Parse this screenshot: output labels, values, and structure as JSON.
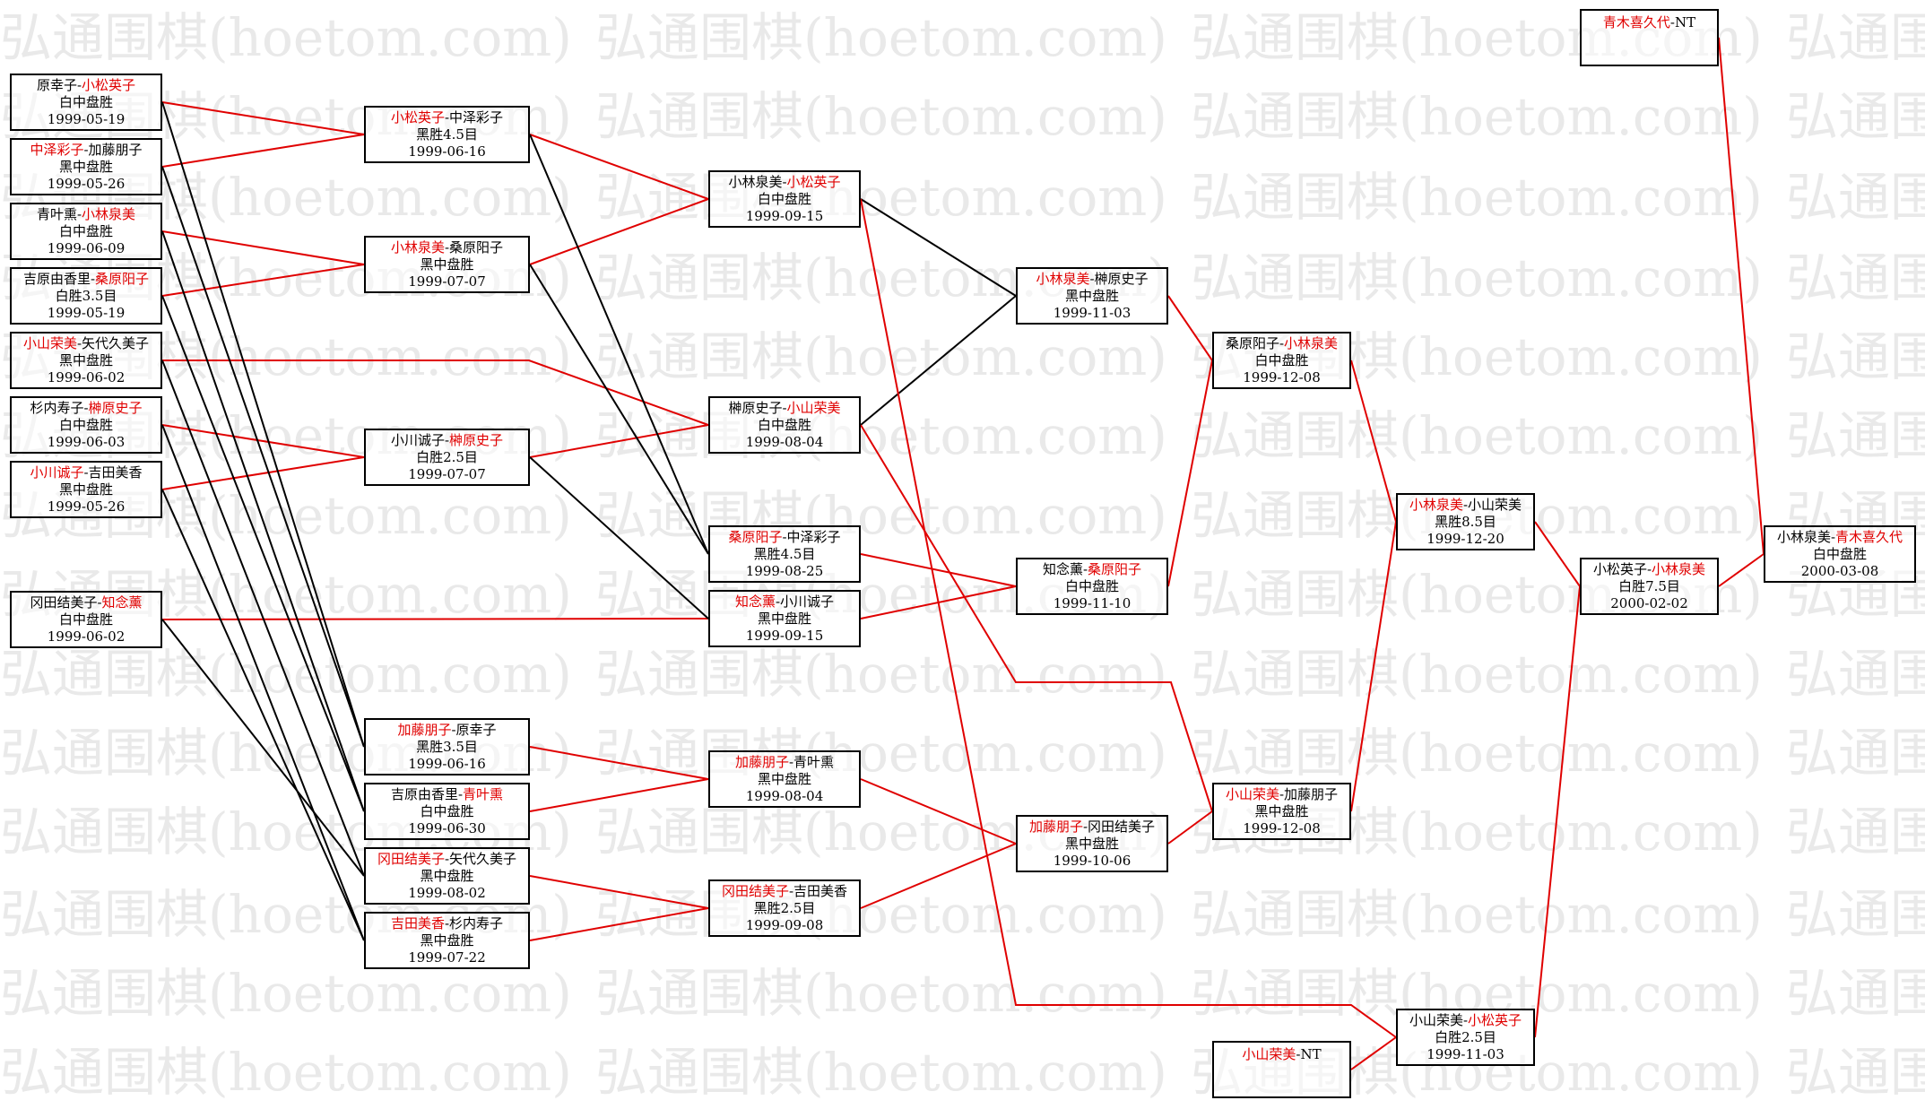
{
  "watermark": "弘通围棋(hoetom.com)",
  "colors": {
    "winner": "#e00000",
    "loser": "#000000"
  },
  "games": [
    {
      "id": "g01",
      "p1": "原幸子",
      "p2": "小松英子",
      "w": 2,
      "result": "白中盘胜",
      "date": "1999-05-19"
    },
    {
      "id": "g02",
      "p1": "中泽彩子",
      "p2": "加藤朋子",
      "w": 1,
      "result": "黑中盘胜",
      "date": "1999-05-26"
    },
    {
      "id": "g03",
      "p1": "青叶熏",
      "p2": "小林泉美",
      "w": 2,
      "result": "白中盘胜",
      "date": "1999-06-09"
    },
    {
      "id": "g04",
      "p1": "吉原由香里",
      "p2": "桑原阳子",
      "w": 2,
      "result": "白胜3.5目",
      "date": "1999-05-19"
    },
    {
      "id": "g05",
      "p1": "小山荣美",
      "p2": "矢代久美子",
      "w": 1,
      "result": "黑中盘胜",
      "date": "1999-06-02"
    },
    {
      "id": "g06",
      "p1": "杉内寿子",
      "p2": "榊原史子",
      "w": 2,
      "result": "白中盘胜",
      "date": "1999-06-03"
    },
    {
      "id": "g07",
      "p1": "小川诚子",
      "p2": "吉田美香",
      "w": 1,
      "result": "黑中盘胜",
      "date": "1999-05-26"
    },
    {
      "id": "g08",
      "p1": "冈田结美子",
      "p2": "知念薰",
      "w": 2,
      "result": "白中盘胜",
      "date": "1999-06-02"
    },
    {
      "id": "g09",
      "p1": "小松英子",
      "p2": "中泽彩子",
      "w": 1,
      "result": "黑胜4.5目",
      "date": "1999-06-16"
    },
    {
      "id": "g10",
      "p1": "小林泉美",
      "p2": "桑原阳子",
      "w": 1,
      "result": "黑中盘胜",
      "date": "1999-07-07"
    },
    {
      "id": "g11",
      "p1": "小川诚子",
      "p2": "榊原史子",
      "w": 2,
      "result": "白胜2.5目",
      "date": "1999-07-07"
    },
    {
      "id": "g12",
      "p1": "加藤朋子",
      "p2": "原幸子",
      "w": 1,
      "result": "黑胜3.5目",
      "date": "1999-06-16"
    },
    {
      "id": "g13",
      "p1": "吉原由香里",
      "p2": "青叶熏",
      "w": 2,
      "result": "白中盘胜",
      "date": "1999-06-30"
    },
    {
      "id": "g14",
      "p1": "冈田结美子",
      "p2": "矢代久美子",
      "w": 1,
      "result": "黑中盘胜",
      "date": "1999-08-02"
    },
    {
      "id": "g15",
      "p1": "吉田美香",
      "p2": "杉内寿子",
      "w": 1,
      "result": "黑中盘胜",
      "date": "1999-07-22"
    },
    {
      "id": "g16",
      "p1": "小林泉美",
      "p2": "小松英子",
      "w": 2,
      "result": "白中盘胜",
      "date": "1999-09-15"
    },
    {
      "id": "g17",
      "p1": "榊原史子",
      "p2": "小山荣美",
      "w": 2,
      "result": "白中盘胜",
      "date": "1999-08-04"
    },
    {
      "id": "g18",
      "p1": "桑原阳子",
      "p2": "中泽彩子",
      "w": 1,
      "result": "黑胜4.5目",
      "date": "1999-08-25"
    },
    {
      "id": "g19",
      "p1": "知念薰",
      "p2": "小川诚子",
      "w": 1,
      "result": "黑中盘胜",
      "date": "1999-09-15"
    },
    {
      "id": "g20",
      "p1": "加藤朋子",
      "p2": "青叶熏",
      "w": 1,
      "result": "黑中盘胜",
      "date": "1999-08-04"
    },
    {
      "id": "g21",
      "p1": "冈田结美子",
      "p2": "吉田美香",
      "w": 1,
      "result": "黑胜2.5目",
      "date": "1999-09-08"
    },
    {
      "id": "g22",
      "p1": "小林泉美",
      "p2": "榊原史子",
      "w": 1,
      "result": "黑中盘胜",
      "date": "1999-11-03"
    },
    {
      "id": "g23",
      "p1": "知念薰",
      "p2": "桑原阳子",
      "w": 2,
      "result": "白中盘胜",
      "date": "1999-11-10"
    },
    {
      "id": "g24",
      "p1": "加藤朋子",
      "p2": "冈田结美子",
      "w": 1,
      "result": "黑中盘胜",
      "date": "1999-10-06"
    },
    {
      "id": "g25",
      "p1": "桑原阳子",
      "p2": "小林泉美",
      "w": 2,
      "result": "白中盘胜",
      "date": "1999-12-08"
    },
    {
      "id": "g26",
      "p1": "小山荣美",
      "p2": "加藤朋子",
      "w": 1,
      "result": "黑中盘胜",
      "date": "1999-12-08"
    },
    {
      "id": "g27",
      "p1": "小山荣美",
      "p2": "NT",
      "w": 1,
      "result": "",
      "date": ""
    },
    {
      "id": "g28",
      "p1": "小林泉美",
      "p2": "小山荣美",
      "w": 1,
      "result": "黑胜8.5目",
      "date": "1999-12-20"
    },
    {
      "id": "g29",
      "p1": "小山荣美",
      "p2": "小松英子",
      "w": 2,
      "result": "白胜2.5目",
      "date": "1999-11-03"
    },
    {
      "id": "g30",
      "p1": "小松英子",
      "p2": "小林泉美",
      "w": 2,
      "result": "白胜7.5目",
      "date": "2000-02-02"
    },
    {
      "id": "g31",
      "p1": "青木喜久代",
      "p2": "NT",
      "w": 1,
      "result": "",
      "date": ""
    },
    {
      "id": "g32",
      "p1": "小林泉美",
      "p2": "青木喜久代",
      "w": 2,
      "result": "白中盘胜",
      "date": "2000-03-08"
    }
  ]
}
